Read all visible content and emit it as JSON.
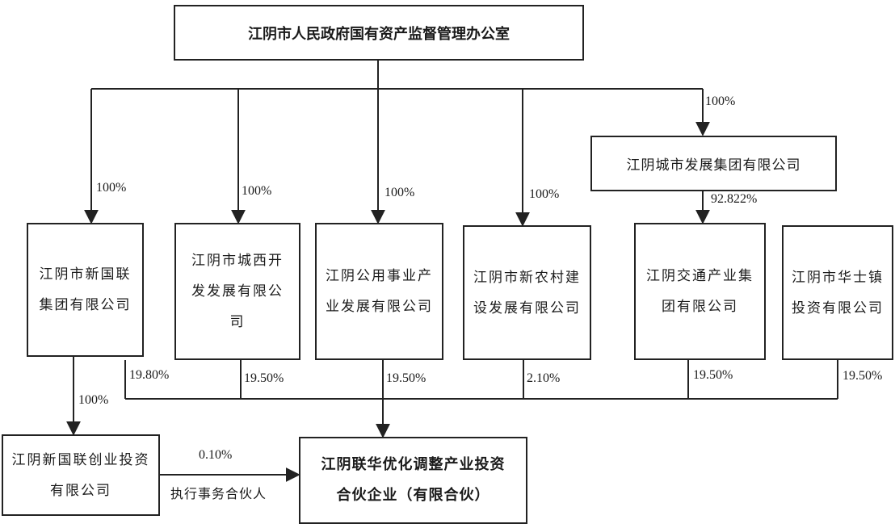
{
  "top": {
    "label": "江阴市人民政府国有资产监督管理办公室"
  },
  "city_dev": {
    "label": "江阴城市发展集团有限公司"
  },
  "mid": [
    {
      "label": "江阴市新国联集团有限公司"
    },
    {
      "label": "江阴市城西开发发展有限公司"
    },
    {
      "label": "江阴公用事业产业发展有限公司"
    },
    {
      "label": "江阴市新农村建设发展有限公司"
    },
    {
      "label": "江阴交通产业集团有限公司"
    },
    {
      "label": "江阴市华士镇投资有限公司"
    }
  ],
  "gp": {
    "label": "江阴新国联创业投资有限公司"
  },
  "fund": {
    "label": "江阴联华优化调整产业投资合伙企业（有限合伙）"
  },
  "percents": {
    "p_xinguolian": "100%",
    "p_chengxi": "100%",
    "p_gongyong": "100%",
    "p_xinnongcun": "100%",
    "p_citydev": "100%",
    "p_jiaotong": "92.822%",
    "p_gp": "100%",
    "s_xinguolian": "19.80%",
    "s_chengxi": "19.50%",
    "s_gongyong": "19.50%",
    "s_xinnongcun": "2.10%",
    "s_jiaotong": "19.50%",
    "s_huashi": "19.50%",
    "s_gp": "0.10%"
  },
  "gp_role": "执行事务合伙人",
  "colors": {
    "line": "#222222",
    "box_border": "#222222",
    "background": "#ffffff"
  }
}
